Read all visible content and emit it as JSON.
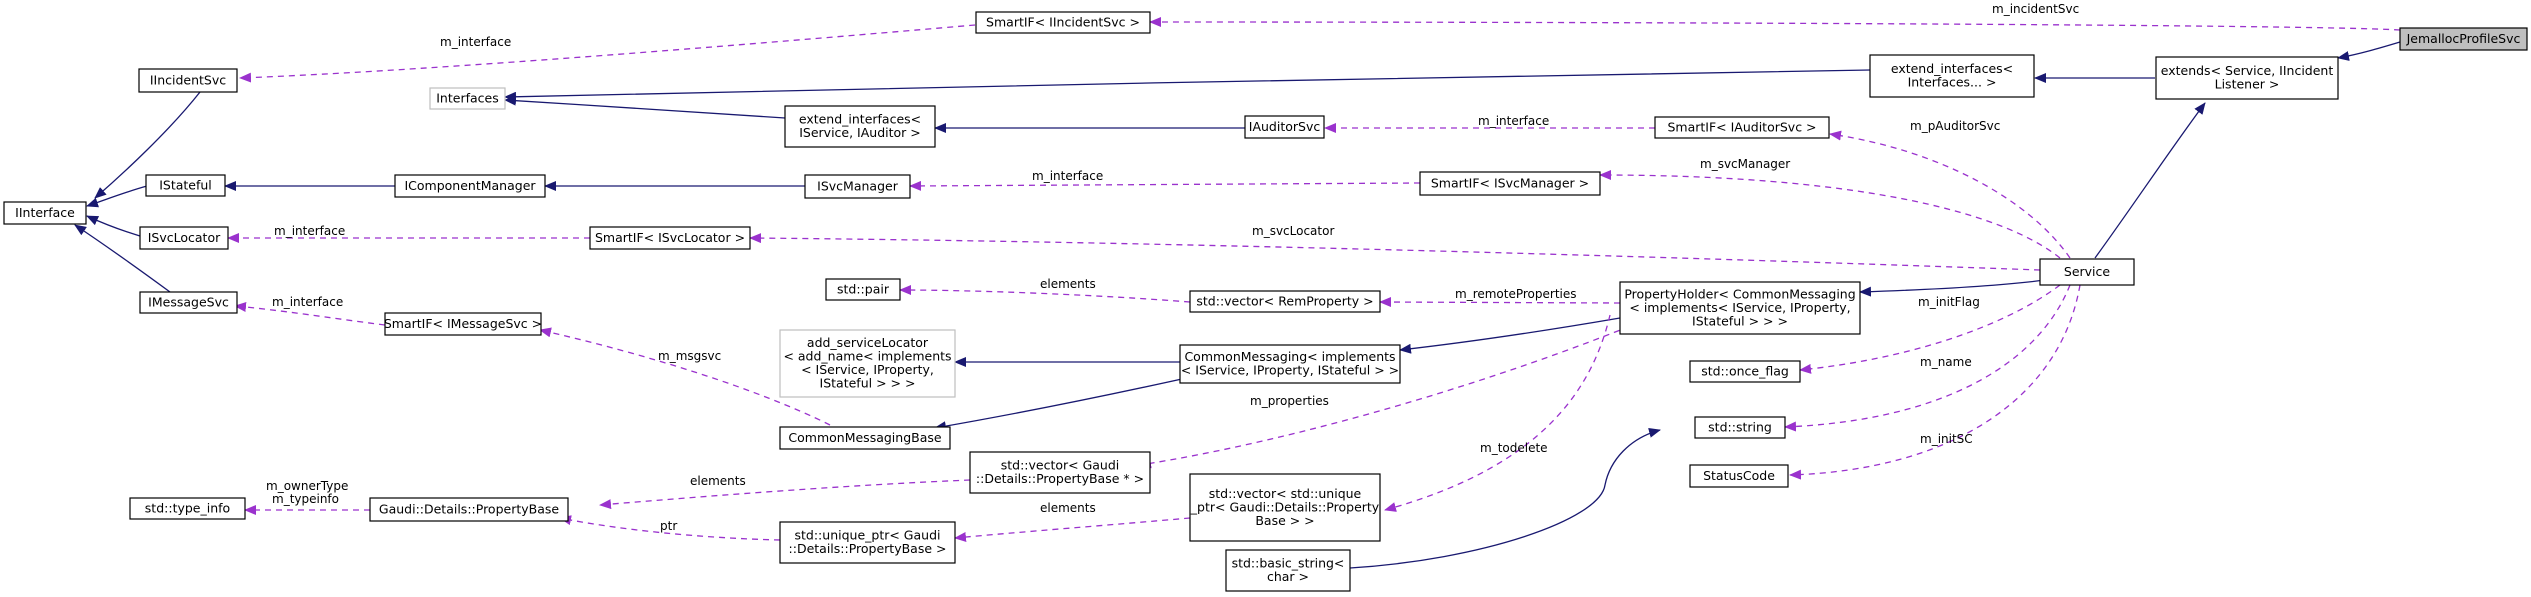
{
  "nodes": {
    "jemalloc": [
      "JemallocProfileSvc"
    ],
    "smartif_incident": [
      "SmartIF< IIncidentSvc >"
    ],
    "iincidentsvc": [
      "IIncidentSvc"
    ],
    "interfaces": [
      "Interfaces"
    ],
    "extend_interfaces_dots": [
      "extend_interfaces<",
      "Interfaces... >"
    ],
    "extends_service": [
      "extends< Service, IIncident",
      "Listener >"
    ],
    "iinterface": [
      "IInterface"
    ],
    "extend_interfaces_auditor": [
      "extend_interfaces<",
      "IService, IAuditor >"
    ],
    "iauditorsvc": [
      "IAuditorSvc"
    ],
    "smartif_auditor": [
      "SmartIF< IAuditorSvc >"
    ],
    "istateful": [
      "IStateful"
    ],
    "icomponentmanager": [
      "IComponentManager"
    ],
    "isvcmanager": [
      "ISvcManager"
    ],
    "smartif_svcmanager": [
      "SmartIF< ISvcManager >"
    ],
    "isvclocator": [
      "ISvcLocator"
    ],
    "smartif_svclocator": [
      "SmartIF< ISvcLocator >"
    ],
    "service": [
      "Service"
    ],
    "imessagesvc": [
      "IMessageSvc"
    ],
    "std_pair": [
      "std::pair"
    ],
    "vector_remprop": [
      "std::vector< RemProperty >"
    ],
    "propertyholder": [
      "PropertyHolder< CommonMessaging",
      "< implements< IService, IProperty,",
      "IStateful > > >"
    ],
    "smartif_messagesvc": [
      "SmartIF< IMessageSvc >"
    ],
    "add_servicelocator": [
      "add_serviceLocator",
      "< add_name< implements",
      "< IService, IProperty,",
      "IStateful > > >"
    ],
    "commonmessaging": [
      "CommonMessaging< implements",
      "< IService, IProperty, IStateful > >"
    ],
    "once_flag": [
      "std::once_flag"
    ],
    "commonmessagingbase": [
      "CommonMessagingBase"
    ],
    "std_string": [
      "std::string"
    ],
    "vector_propbase_ptr": [
      "std::vector< Gaudi",
      "::Details::PropertyBase * >"
    ],
    "statuscode": [
      "StatusCode"
    ],
    "type_info": [
      "std::type_info"
    ],
    "propertybase": [
      "Gaudi::Details::PropertyBase"
    ],
    "vector_unique_propbase": [
      "std::vector< std::unique",
      "_ptr< Gaudi::Details::Property",
      "Base > >"
    ],
    "unique_ptr_propbase": [
      "std::unique_ptr< Gaudi",
      "::Details::PropertyBase >"
    ],
    "basic_string": [
      "std::basic_string<",
      "char >"
    ]
  },
  "edge_labels": {
    "m_incidentSvc": "m_incidentSvc",
    "m_interface_incident": "m_interface",
    "m_interface_auditor": "m_interface",
    "m_pAuditorSvc": "m_pAuditorSvc",
    "m_interface_svcmanager": "m_interface",
    "m_svcManager": "m_svcManager",
    "m_interface_svclocator": "m_interface",
    "m_svcLocator": "m_svcLocator",
    "m_interface_messagesvc": "m_interface",
    "elements_pair": "elements",
    "m_remoteProperties": "m_remoteProperties",
    "m_initFlag": "m_initFlag",
    "m_msgsvc": "m_msgsvc",
    "m_properties": "m_properties",
    "m_name": "m_name",
    "m_todelete": "m_todelete",
    "m_initSC": "m_initSC",
    "elements_propbase_ptr": "elements",
    "m_ownerType": "m_ownerType",
    "m_typeinfo": "m_typeinfo",
    "elements_unique": "elements",
    "ptr": "ptr"
  },
  "colors": {
    "inheritance": "#191970",
    "usage": "#9a32cd",
    "highlight_fill": "#bfbfbf",
    "grey_border": "#bfbfbf"
  }
}
